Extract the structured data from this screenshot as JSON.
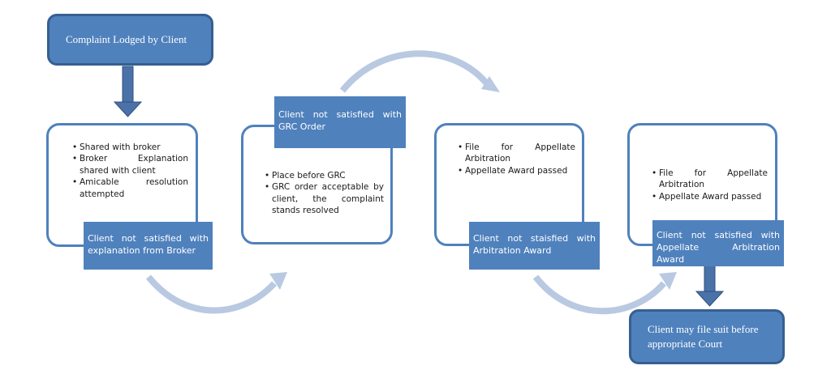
{
  "start": {
    "label": "Complaint Lodged by Client"
  },
  "stages": [
    {
      "items": [
        "Shared with broker",
        "Broker Explanation shared with client",
        "Amicable resolution attempted"
      ],
      "outcome": "Client not satisfied with explanation from Broker"
    },
    {
      "header": "Client not satisfied with GRC Order",
      "items": [
        "Place before GRC",
        "GRC order acceptable by client, the complaint stands resolved"
      ]
    },
    {
      "items": [
        "File for Appellate Arbitration",
        "Appellate Award passed"
      ],
      "outcome": "Client not staisfied with Arbitration Award"
    },
    {
      "items": [
        "File for Appellate Arbitration",
        "Appellate Award passed"
      ],
      "outcome": "Client not satisfied with Appellate Arbitration Award"
    }
  ],
  "end": {
    "label": "Client may file suit before appropriate Court"
  },
  "colors": {
    "box_fill": "#4f81bd",
    "box_border": "#365f91",
    "curved_arrow": "#b9c9e2",
    "down_arrow": "#4a72a8"
  }
}
